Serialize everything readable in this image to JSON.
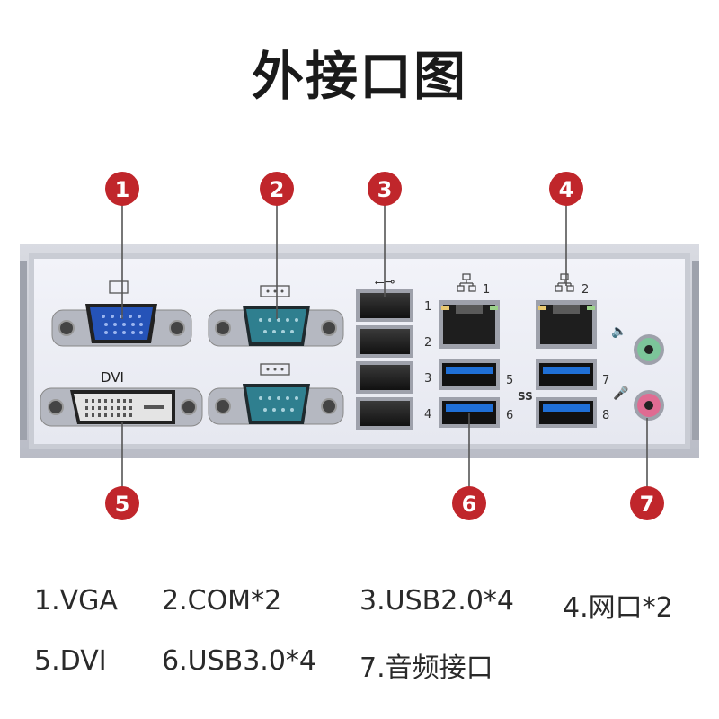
{
  "title": "外接口图",
  "callouts": [
    {
      "num": "1"
    },
    {
      "num": "2"
    },
    {
      "num": "3"
    },
    {
      "num": "4"
    },
    {
      "num": "5"
    },
    {
      "num": "6"
    },
    {
      "num": "7"
    }
  ],
  "panel_labels": {
    "dvi": "DVI",
    "usb2": [
      "1",
      "2",
      "3",
      "4"
    ],
    "lan": [
      "1",
      "2"
    ],
    "usb3_left": [
      "5",
      "6"
    ],
    "usb3_right": [
      "7",
      "8"
    ]
  },
  "legend": {
    "row1": [
      "1.VGA",
      "2.COM*2",
      "3.USB2.0*4",
      "4.网口*2"
    ],
    "row2": [
      "5.DVI",
      "6.USB3.0*4",
      "7.音频接口"
    ]
  },
  "colors": {
    "callout_red": "#c0262b",
    "panel_fill": "#eceef6",
    "vga_blue": "#2553b8",
    "com_teal": "#2f7f8f",
    "usb3_blue": "#1f6fd6",
    "audio_green": "#7cc59a",
    "audio_pink": "#e06b92"
  }
}
